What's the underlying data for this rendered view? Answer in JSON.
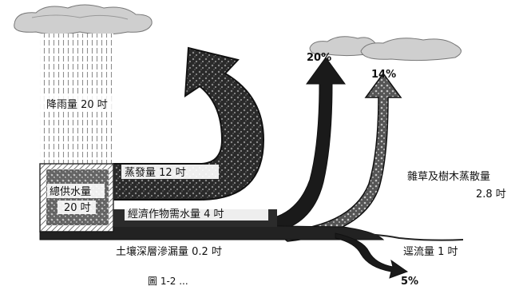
{
  "labels": {
    "rainfall": "降雨量 20 吋",
    "total_supply": "總供水量",
    "total_supply_value": "20 吋",
    "evaporation": "蒸發量 12 吋",
    "crop_water": "經濟作物需水量 4 吋",
    "weed_transpiration": "雜草及樹木蒸散量",
    "weed_transpiration_value": "2.8 吋",
    "deep_percolation": "土壤深層滲漏量 0.2 吋",
    "runoff": "逕流量 1 吋",
    "pct_20": "20%",
    "pct_14": "14%",
    "pct_5": "5%",
    "caption": "圖 1-2 ..."
  },
  "colors": {
    "ink": "#111111",
    "cloud": "#c9c9c9",
    "rain_line": "#9a9a9a",
    "arrow_dark": "#1a1a1a",
    "arrow_mottled": "#4a4a4a",
    "soil": "#2b2b2b"
  }
}
